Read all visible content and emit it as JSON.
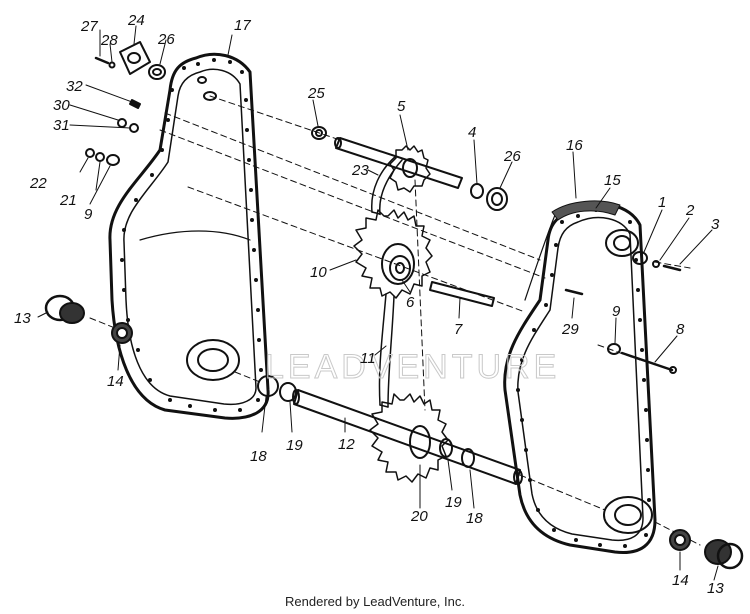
{
  "watermark": "LEADVENTURE",
  "footer": "Rendered by LeadVenture, Inc.",
  "callouts": [
    "27",
    "28",
    "24",
    "26",
    "17",
    "32",
    "30",
    "31",
    "22",
    "21",
    "9",
    "25",
    "5",
    "4",
    "26",
    "23",
    "16",
    "15",
    "1",
    "2",
    "3",
    "10",
    "6",
    "7",
    "29",
    "9",
    "8",
    "13",
    "14",
    "11",
    "18",
    "19",
    "12",
    "20",
    "19",
    "18",
    "14",
    "13"
  ]
}
